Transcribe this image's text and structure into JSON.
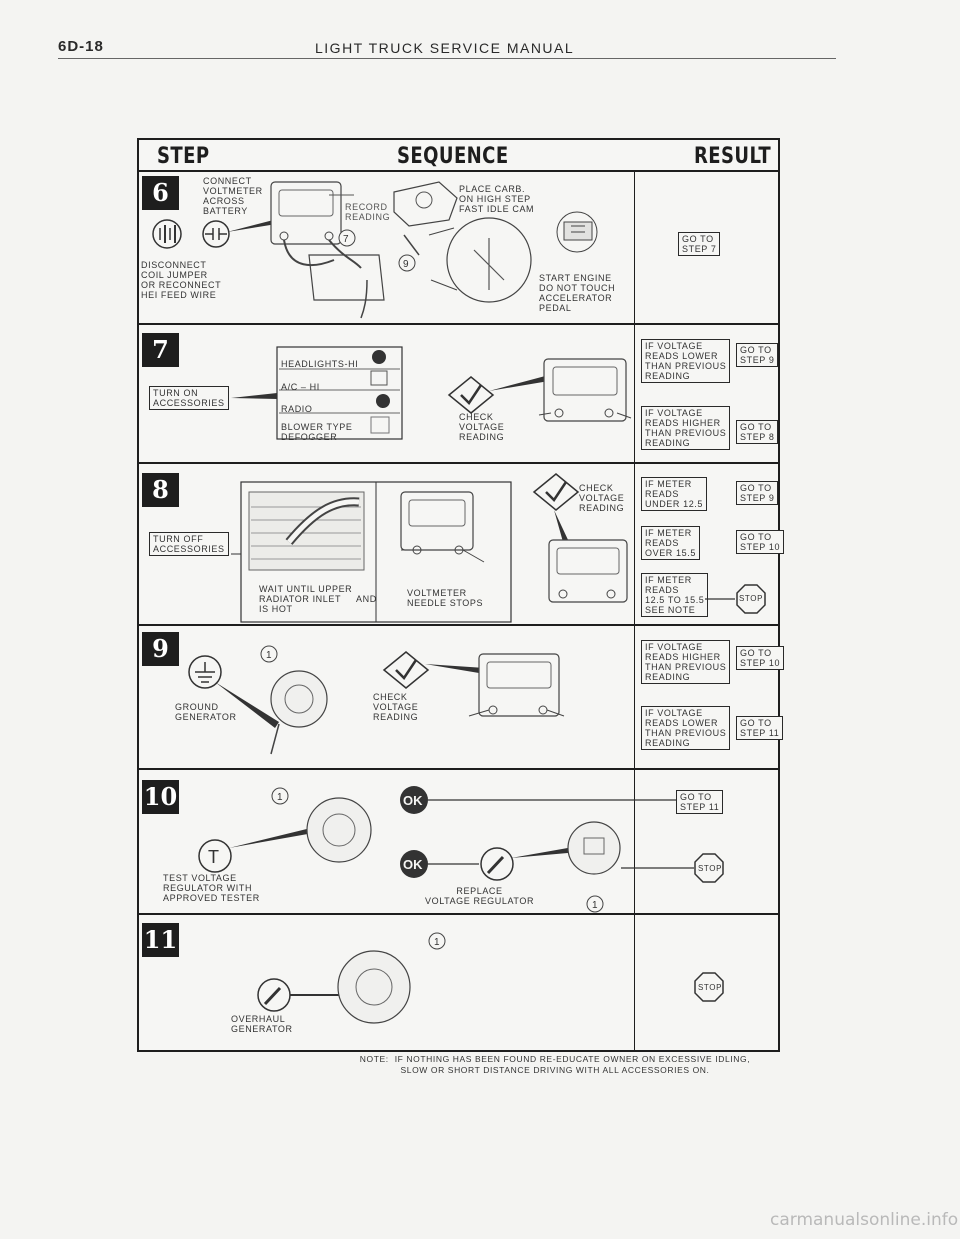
{
  "page": {
    "number": "6D-18",
    "title": "LIGHT TRUCK SERVICE MANUAL"
  },
  "columns": {
    "step": "STEP",
    "sequence": "SEQUENCE",
    "result": "RESULT"
  },
  "steps": {
    "s6": {
      "num": "6",
      "connect": "CONNECT\nVOLTMETER\nACROSS\nBATTERY",
      "record": "RECORD\nREADING",
      "place_carb": "PLACE CARB.\nON HIGH STEP\nFAST IDLE CAM",
      "disconnect": "DISCONNECT\nCOIL JUMPER\nOR RECONNECT\nHEI FEED WIRE",
      "start_engine": "START ENGINE\nDO NOT TOUCH\nACCELERATOR\nPEDAL",
      "markers": [
        "7",
        "9"
      ],
      "result": "GO TO\nSTEP 7"
    },
    "s7": {
      "num": "7",
      "turn_on": "TURN ON\nACCESSORIES",
      "accessories": [
        "HEADLIGHTS-HI",
        "A/C – HI",
        "RADIO",
        "BLOWER TYPE\nDEFOGGER"
      ],
      "check": "CHECK\nVOLTAGE\nREADING",
      "results": [
        {
          "cond": "IF VOLTAGE\nREADS LOWER\nTHAN PREVIOUS\nREADING",
          "go": "GO TO\nSTEP 9"
        },
        {
          "cond": "IF VOLTAGE\nREADS HIGHER\nTHAN PREVIOUS\nREADING",
          "go": "GO TO\nSTEP 8"
        }
      ]
    },
    "s8": {
      "num": "8",
      "turn_off": "TURN OFF\nACCESSORIES",
      "wait": "WAIT UNTIL UPPER\nRADIATOR INLET\nIS HOT",
      "and": "AND",
      "needle": "VOLTMETER\nNEEDLE STOPS",
      "check": "CHECK\nVOLTAGE\nREADING",
      "results": [
        {
          "cond": "IF METER\nREADS\nUNDER 12.5",
          "go": "GO TO\nSTEP 9"
        },
        {
          "cond": "IF METER\nREADS\nOVER 15.5",
          "go": "GO TO\nSTEP 10"
        },
        {
          "cond": "IF METER\nREADS\n12.5 TO 15.5\nSEE NOTE",
          "go": "STOP"
        }
      ]
    },
    "s9": {
      "num": "9",
      "ground": "GROUND\nGENERATOR",
      "check": "CHECK\nVOLTAGE\nREADING",
      "marker": "1",
      "results": [
        {
          "cond": "IF VOLTAGE\nREADS HIGHER\nTHAN PREVIOUS\nREADING",
          "go": "GO TO\nSTEP 10"
        },
        {
          "cond": "IF VOLTAGE\nREADS LOWER\nTHAN PREVIOUS\nREADING",
          "go": "GO TO\nSTEP 11"
        }
      ]
    },
    "s10": {
      "num": "10",
      "test": "TEST VOLTAGE\nREGULATOR WITH\nAPPROVED TESTER",
      "replace": "REPLACE\nVOLTAGE REGULATOR",
      "ok": "OK",
      "tester": "T",
      "marker": "1",
      "results": [
        {
          "go": "GO TO\nSTEP 11"
        },
        {
          "go": "STOP"
        }
      ]
    },
    "s11": {
      "num": "11",
      "overhaul": "OVERHAUL\nGENERATOR",
      "marker": "1",
      "result": "STOP"
    }
  },
  "note": "NOTE:  IF NOTHING HAS BEEN FOUND RE-EDUCATE OWNER ON EXCESSIVE IDLING,\nSLOW OR SHORT DISTANCE DRIVING WITH ALL ACCESSORIES ON.",
  "watermark": "carmanualsonline.info"
}
